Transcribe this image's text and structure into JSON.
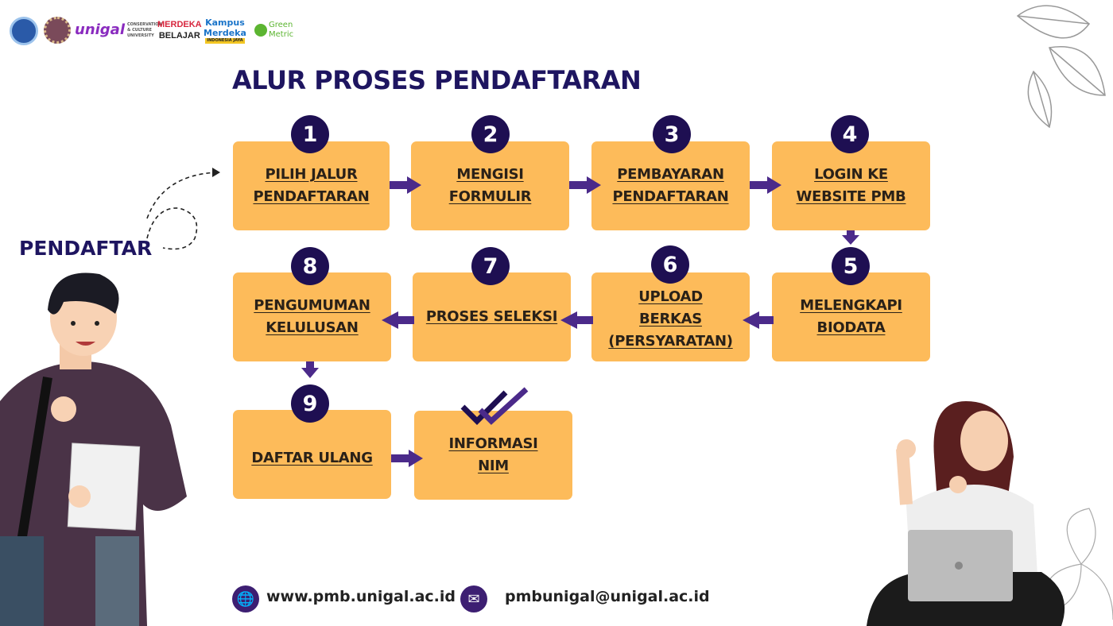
{
  "logos": {
    "unigal": "unigal",
    "unigal_tag": "CONSERVATION & CULTURE UNIVERSITY",
    "merdeka_top": "MERDEKA",
    "merdeka_bottom": "BELAJAR",
    "kampus_top": "Kampus",
    "kampus_bottom": "Merdeka",
    "kampus_tag": "INDONESIA JAYA",
    "green_top": "Green",
    "green_bottom": "Metric"
  },
  "title": "ALUR PROSES PENDAFTARAN",
  "actor_label": "PENDAFTAR",
  "steps": [
    {
      "number": "1",
      "label": "PILIH JALUR\nPENDAFTARAN"
    },
    {
      "number": "2",
      "label": "MENGISI\nFORMULIR"
    },
    {
      "number": "3",
      "label": "PEMBAYARAN\nPENDAFTARAN"
    },
    {
      "number": "4",
      "label": "LOGIN KE\nWEBSITE PMB"
    },
    {
      "number": "5",
      "label": "MELENGKAPI\nBIODATA"
    },
    {
      "number": "6",
      "label": "UPLOAD\nBERKAS\n(PERSYARATAN)"
    },
    {
      "number": "7",
      "label": "PROSES SELEKSI"
    },
    {
      "number": "8",
      "label": "PENGUMUMAN\nKELULUSAN"
    },
    {
      "number": "9",
      "label": "DAFTAR ULANG"
    }
  ],
  "final": {
    "label": "INFORMASI\nNIM",
    "icon": "double-check-icon"
  },
  "footer": {
    "website": "www.pmb.unigal.ac.id",
    "email": "pmbunigal@unigal.ac.id"
  },
  "colors": {
    "box": "#FDBB5A",
    "circle": "#1E0F52",
    "arrow": "#4B2A8A",
    "title": "#1E1560"
  }
}
